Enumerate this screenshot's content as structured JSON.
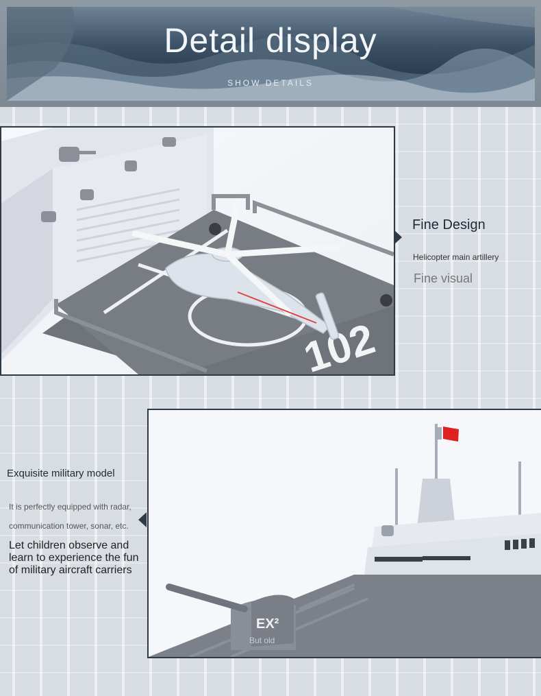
{
  "banner": {
    "title": "Detail display",
    "subtitle": "SHOW DETAILS"
  },
  "section1": {
    "heading": "Fine Design",
    "caption": "Helicopter main artillery",
    "tagline": "Fine visual",
    "deck_number": "102"
  },
  "section2": {
    "heading": "Exquisite military model",
    "body_lines": [
      "It is perfectly equipped with radar,",
      "communication tower, sonar, etc."
    ],
    "callout_lines": [
      "Let children observe and",
      "learn to experience the fun",
      "of military aircraft carriers"
    ],
    "turret_badge": "EX²",
    "watermark": "But old"
  },
  "colors": {
    "accent_dark": "#2e3b47",
    "flag_red": "#e02020"
  }
}
